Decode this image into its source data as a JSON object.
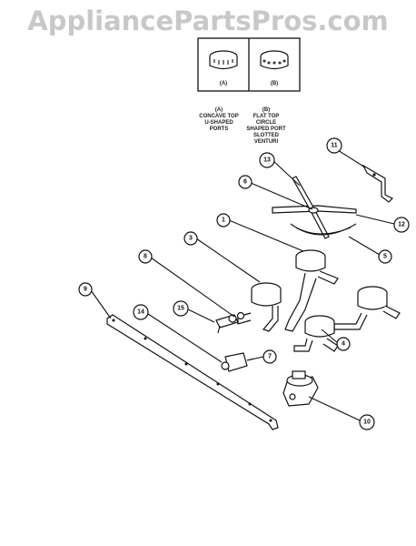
{
  "watermark": "AppliancePartsPros.com",
  "inset": {
    "panel_a_label": "(A)",
    "panel_b_label": "(B)"
  },
  "captions": {
    "a": [
      "(A)",
      "CONCAVE TOP",
      "U-SHAPED",
      "PORTS"
    ],
    "b": [
      "(B)",
      "FLAT TOP",
      "CIRCLE",
      "SHAPED PORT",
      "SLOTTED",
      "VENTURI"
    ]
  },
  "callouts": [
    "1",
    "3",
    "4",
    "5",
    "6",
    "7",
    "8",
    "9",
    "10",
    "11",
    "12",
    "13",
    "14",
    "15"
  ]
}
